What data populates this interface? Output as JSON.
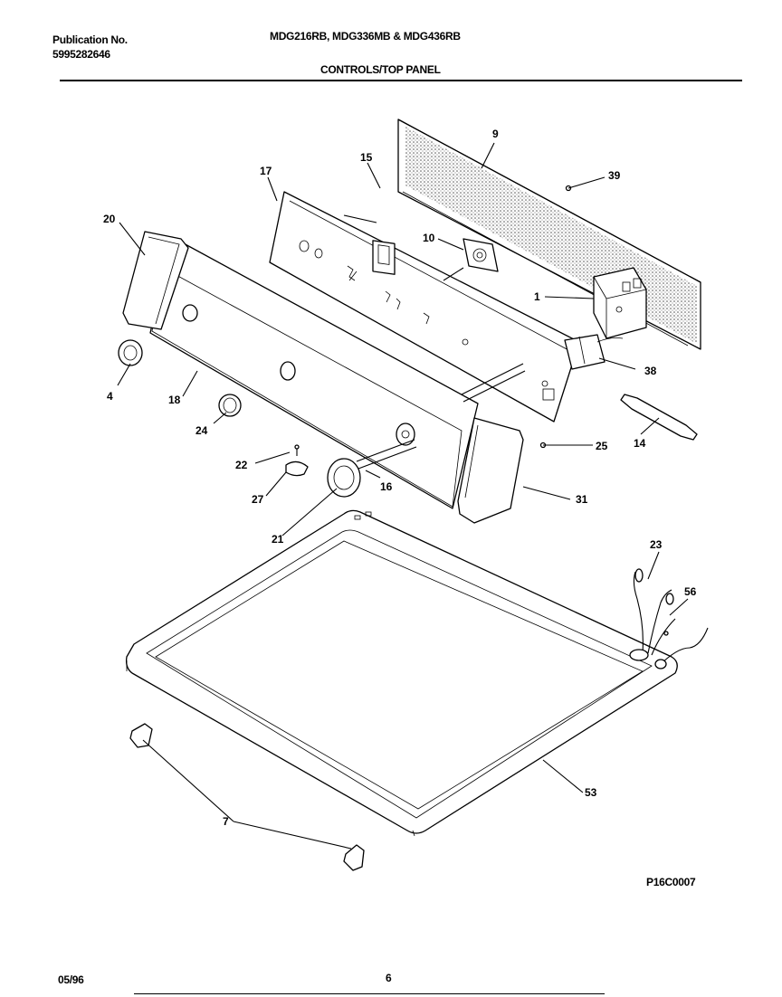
{
  "header": {
    "publication_label": "Publication No.",
    "publication_number": "5995282646",
    "models": "MDG216RB, MDG336MB & MDG436RB",
    "section_title": "CONTROLS/TOP PANEL"
  },
  "footer": {
    "date": "05/96",
    "page": "6",
    "drawing_code": "P16C0007"
  },
  "callouts": {
    "c1": "1",
    "c4": "4",
    "c7": "7",
    "c9": "9",
    "c10": "10",
    "c14": "14",
    "c15": "15",
    "c16": "16",
    "c17": "17",
    "c18": "18",
    "c20": "20",
    "c21": "21",
    "c22": "22",
    "c23": "23",
    "c24": "24",
    "c25": "25",
    "c27": "27",
    "c31": "31",
    "c38": "38",
    "c39": "39",
    "c53": "53",
    "c56": "56"
  }
}
